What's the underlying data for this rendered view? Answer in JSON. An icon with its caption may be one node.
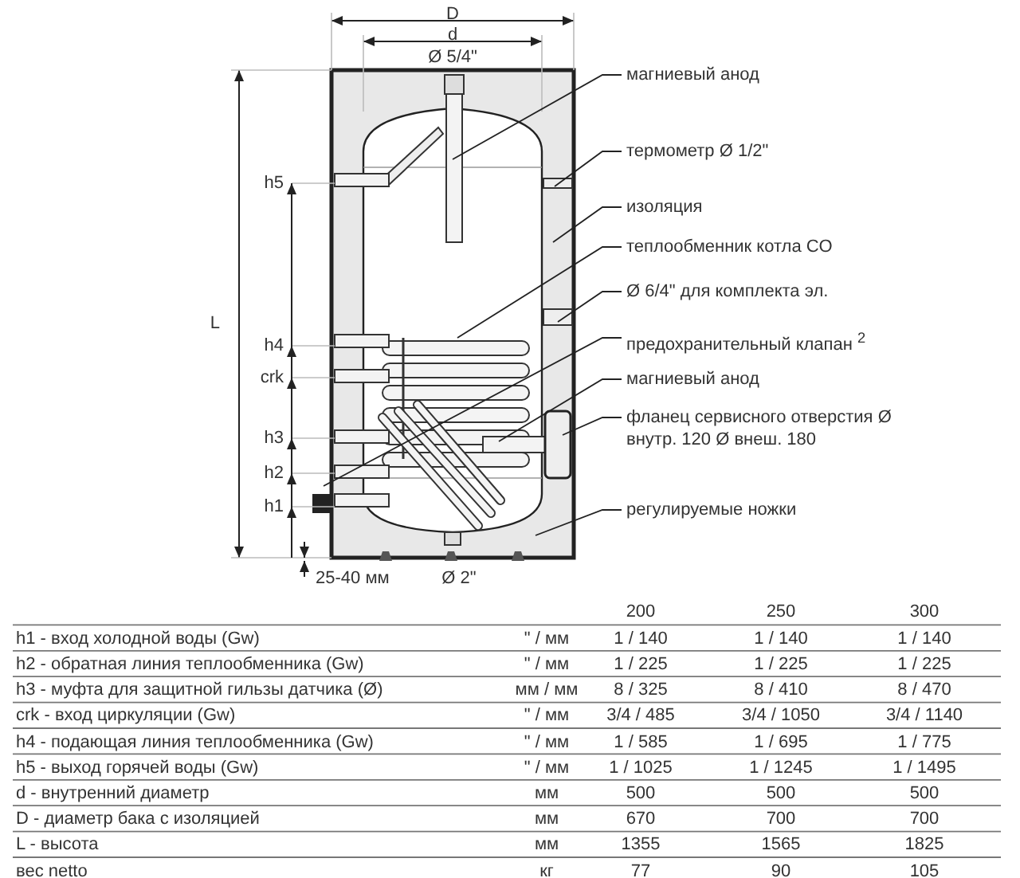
{
  "diagram": {
    "nodes": [
      {
        "text": [
          "магниевый анод"
        ]
      },
      {
        "text": [
          "термометр Ø 1/2\""
        ]
      },
      {
        "text": [
          "изоляция"
        ]
      },
      {
        "text": [
          "теплообменник котла CO"
        ]
      },
      {
        "text": [
          "Ø 6/4\" для комплекта эл."
        ]
      },
      {
        "text": [
          "предохранительный клапан $^{2}$"
        ]
      },
      {
        "text": [
          "магниевый анод"
        ]
      },
      {
        "text": [
          "фланец сервисного отверстия Ø внутр. 120 Ø внеш. 180"
        ]
      },
      {
        "text": [
          "регулируемые ножки"
        ]
      }
    ],
    "edges": [
      {
        "from": 0,
        "to": null,
        "arrow": "none"
      },
      {
        "from": 1,
        "to": null,
        "arrow": "none"
      },
      {
        "from": 2,
        "to": null,
        "arrow": "none"
      },
      {
        "from": 3,
        "to": null,
        "arrow": "none"
      },
      {
        "from": 4,
        "to": null,
        "arrow": "none"
      },
      {
        "from": 5,
        "to": null,
        "arrow": "none"
      },
      {
        "from": 6,
        "to": null,
        "arrow": "none"
      },
      {
        "from": 7,
        "to": null,
        "arrow": "none"
      },
      {
        "from": 8,
        "to": null,
        "arrow": "none"
      }
    ],
    "labels": [
      "D",
      "d",
      "Ø 5/4\"",
      "L",
      "h5",
      "h4",
      "crk",
      "h3",
      "h2",
      "h1",
      "25-40 мм",
      "Ø 2\"",
      "200",
      "250",
      "300",
      "h1 - вход холодной воды (Gw)",
      "\" / мм",
      "1 / 140",
      "1 / 140",
      "1 / 140",
      "h2 - обратная линия теплообменника (Gw)",
      "\" / мм",
      "1 / 225",
      "1 / 225",
      "1 / 225",
      "h3 - муфта для защитной гильзы датчика (Ø)",
      "мм / мм",
      "8 / 325",
      "8 / 410",
      "8 / 470",
      "crk - вход циркуляции (Gw)",
      "\" / мм",
      "3/4 / 485",
      "3/4 / 1050",
      "3/4 / 1140",
      "h4 - подающая линия теплообменника (Gw)",
      "\" / мм",
      "1 / 585",
      "1 / 695",
      "1 / 775",
      "h5 - выход горячей воды (Gw)",
      "\" / мм",
      "1 / 1025",
      "1 / 1245",
      "1 / 1495",
      "d - внутренний диаметр",
      "мм",
      "500",
      "500",
      "500",
      "D - диаметр бака с изоляцией",
      "мм",
      "670",
      "700",
      "700",
      "L - высота",
      "мм",
      "1355",
      "1565",
      "1825",
      "вес netto",
      "кг",
      "77",
      "90",
      "105"
    ]
  }
}
